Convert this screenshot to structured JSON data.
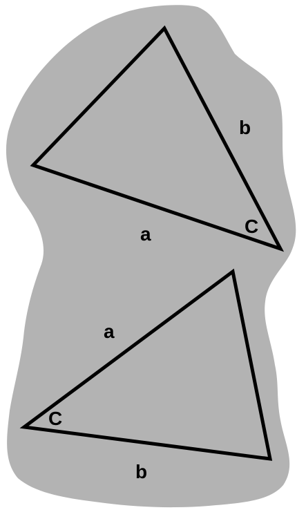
{
  "colors": {
    "background": "#ffffff",
    "blob": "#b3b3b3",
    "stroke": "#000000"
  },
  "diagram": {
    "triangle_top": {
      "side_b_label": "b",
      "side_a_label": "a",
      "angle_label": "C"
    },
    "triangle_bottom": {
      "side_a_label": "a",
      "side_b_label": "b",
      "angle_label": "C"
    }
  }
}
